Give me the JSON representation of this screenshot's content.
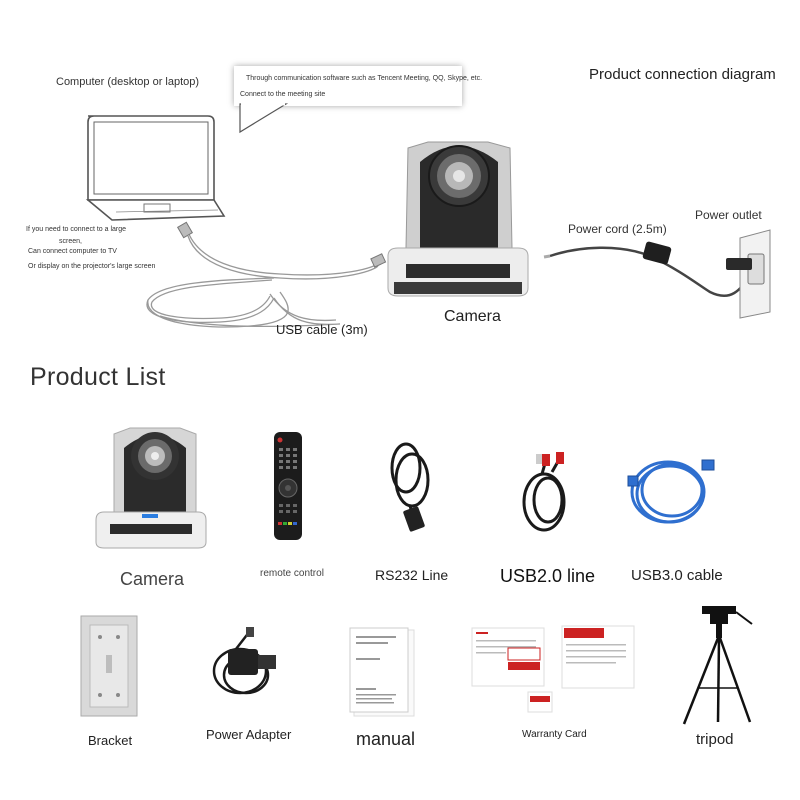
{
  "diagram": {
    "title": "Product connection diagram",
    "computer_label": "Computer (desktop or laptop)",
    "bubble_line1": "Through communication software such as Tencent Meeting, QQ, Skype, etc.",
    "bubble_line2": "Connect to the meeting site",
    "note_line1": "If you need to connect to a large",
    "note_line2": "screen,",
    "note_line3": "Can connect computer to TV",
    "note_line4": "Or display on the projector's large screen",
    "camera_label": "Camera",
    "usb_cable_label": "USB cable (3m)",
    "power_cord_label": "Power cord (2.5m)",
    "power_outlet_label": "Power outlet"
  },
  "product_list": {
    "title": "Product List",
    "items": [
      {
        "label": "Camera",
        "icon": "ptz-camera-icon"
      },
      {
        "label": "remote control",
        "icon": "remote-control-icon"
      },
      {
        "label": "RS232 Line",
        "icon": "rs232-cable-icon"
      },
      {
        "label": "USB2.0 line",
        "icon": "usb2-cable-icon"
      },
      {
        "label": "USB3.0 cable",
        "icon": "usb3-cable-icon"
      },
      {
        "label": "Bracket",
        "icon": "bracket-icon"
      },
      {
        "label": "Power Adapter",
        "icon": "power-adapter-icon"
      },
      {
        "label": "manual",
        "icon": "manual-icon"
      },
      {
        "label": "Warranty Card",
        "icon": "warranty-card-icon"
      },
      {
        "label": "tripod",
        "icon": "tripod-icon"
      }
    ]
  }
}
